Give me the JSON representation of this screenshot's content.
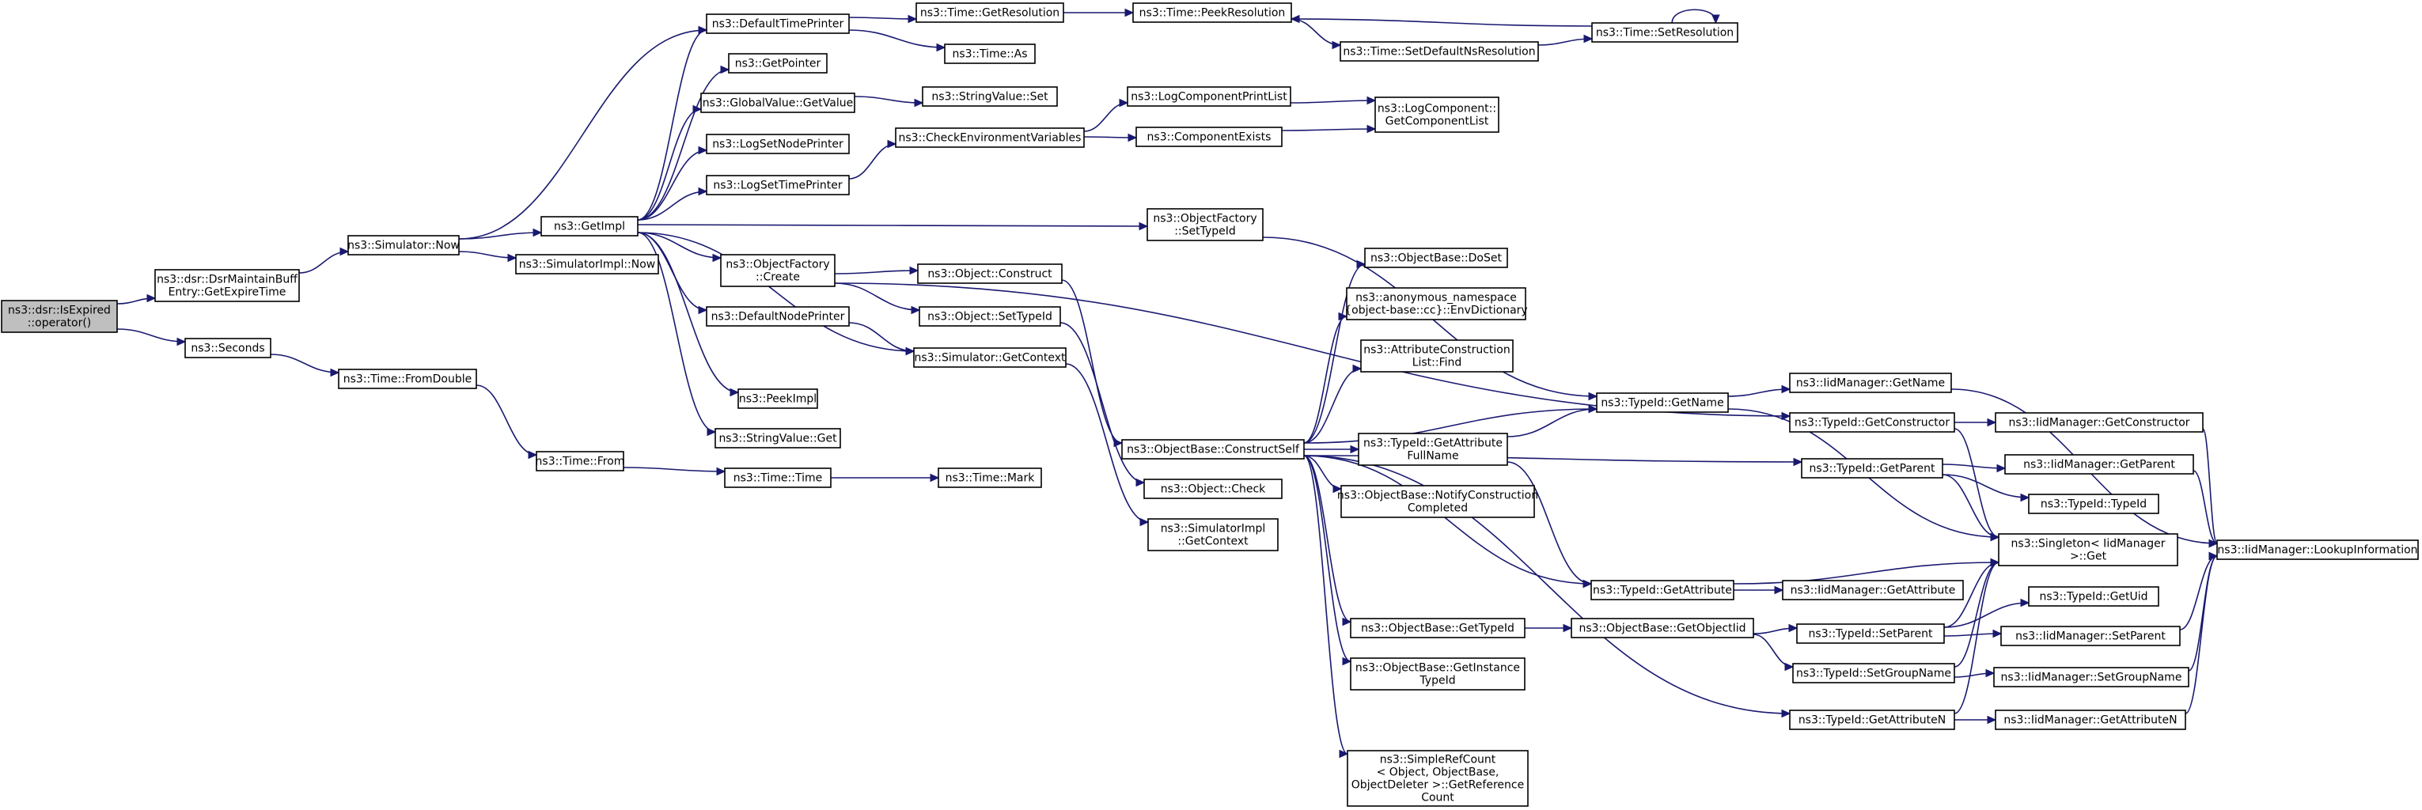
{
  "graph": {
    "nodes": [
      {
        "id": "root",
        "lines": [
          "ns3::dsr::IsExpired",
          "::operator()"
        ],
        "root": true
      },
      {
        "id": "dsrGetExpire",
        "lines": [
          "ns3::dsr::DsrMaintainBuff",
          "Entry::GetExpireTime"
        ]
      },
      {
        "id": "seconds",
        "lines": [
          "ns3::Seconds"
        ]
      },
      {
        "id": "simNow",
        "lines": [
          "ns3::Simulator::Now"
        ]
      },
      {
        "id": "getImpl",
        "lines": [
          "ns3::GetImpl"
        ]
      },
      {
        "id": "simImplNow",
        "lines": [
          "ns3::SimulatorImpl::Now"
        ]
      },
      {
        "id": "defTimePrinter",
        "lines": [
          "ns3::DefaultTimePrinter"
        ]
      },
      {
        "id": "getPointer",
        "lines": [
          "ns3::GetPointer"
        ]
      },
      {
        "id": "globalGetValue",
        "lines": [
          "ns3::GlobalValue::GetValue"
        ]
      },
      {
        "id": "logSetNode",
        "lines": [
          "ns3::LogSetNodePrinter"
        ]
      },
      {
        "id": "logSetTime",
        "lines": [
          "ns3::LogSetTimePrinter"
        ]
      },
      {
        "id": "objFactCreate",
        "lines": [
          "ns3::ObjectFactory",
          "::Create"
        ]
      },
      {
        "id": "defNodePrinter",
        "lines": [
          "ns3::DefaultNodePrinter"
        ]
      },
      {
        "id": "peekImpl",
        "lines": [
          "ns3::PeekImpl"
        ]
      },
      {
        "id": "stringValueGet",
        "lines": [
          "ns3::StringValue::Get"
        ]
      },
      {
        "id": "timeGetRes",
        "lines": [
          "ns3::Time::GetResolution"
        ]
      },
      {
        "id": "timeAs",
        "lines": [
          "ns3::Time::As"
        ]
      },
      {
        "id": "stringValueSet",
        "lines": [
          "ns3::StringValue::Set"
        ]
      },
      {
        "id": "checkEnv",
        "lines": [
          "ns3::CheckEnvironmentVariables"
        ]
      },
      {
        "id": "objConstruct",
        "lines": [
          "ns3::Object::Construct"
        ]
      },
      {
        "id": "objSetTypeId",
        "lines": [
          "ns3::Object::SetTypeId"
        ]
      },
      {
        "id": "simGetContext",
        "lines": [
          "ns3::Simulator::GetContext"
        ]
      },
      {
        "id": "timeFromDouble",
        "lines": [
          "ns3::Time::FromDouble"
        ]
      },
      {
        "id": "timeFrom",
        "lines": [
          "ns3::Time::From"
        ]
      },
      {
        "id": "timeTime",
        "lines": [
          "ns3::Time::Time"
        ]
      },
      {
        "id": "timeMark",
        "lines": [
          "ns3::Time::Mark"
        ]
      },
      {
        "id": "timePeekRes",
        "lines": [
          "ns3::Time::PeekResolution"
        ]
      },
      {
        "id": "timeSetDefNs",
        "lines": [
          "ns3::Time::SetDefaultNsResolution"
        ]
      },
      {
        "id": "timeSetRes",
        "lines": [
          "ns3::Time::SetResolution"
        ]
      },
      {
        "id": "logCompPrintList",
        "lines": [
          "ns3::LogComponentPrintList"
        ]
      },
      {
        "id": "compExists",
        "lines": [
          "ns3::ComponentExists"
        ]
      },
      {
        "id": "logCompGetList",
        "lines": [
          "ns3::LogComponent::",
          "GetComponentList"
        ]
      },
      {
        "id": "objFactSetTypeId",
        "lines": [
          "ns3::ObjectFactory",
          "::SetTypeId"
        ]
      },
      {
        "id": "objBaseConstructSelf",
        "lines": [
          "ns3::ObjectBase::ConstructSelf"
        ]
      },
      {
        "id": "objCheck",
        "lines": [
          "ns3::Object::Check"
        ]
      },
      {
        "id": "simImplGetContext",
        "lines": [
          "ns3::SimulatorImpl",
          "::GetContext"
        ]
      },
      {
        "id": "objBaseDoSet",
        "lines": [
          "ns3::ObjectBase::DoSet"
        ]
      },
      {
        "id": "anonEnvDict",
        "lines": [
          "ns3::anonymous_namespace",
          "{object-base::cc}::EnvDictionary"
        ]
      },
      {
        "id": "attrConstrListFind",
        "lines": [
          "ns3::AttributeConstruction",
          "List::Find"
        ]
      },
      {
        "id": "typeIdGetAttrFullName",
        "lines": [
          "ns3::TypeId::GetAttribute",
          "FullName"
        ]
      },
      {
        "id": "notifyConstrCompleted",
        "lines": [
          "ns3::ObjectBase::NotifyConstruction",
          "Completed"
        ]
      },
      {
        "id": "objBaseGetTypeId",
        "lines": [
          "ns3::ObjectBase::GetTypeId"
        ]
      },
      {
        "id": "objBaseGetInstTypeId",
        "lines": [
          "ns3::ObjectBase::GetInstance",
          "TypeId"
        ]
      },
      {
        "id": "simpleRefCount",
        "lines": [
          "ns3::SimpleRefCount",
          "< Object, ObjectBase,",
          "ObjectDeleter >::GetReference",
          "Count"
        ]
      },
      {
        "id": "objBaseGetObjectIid",
        "lines": [
          "ns3::ObjectBase::GetObjectIid"
        ]
      },
      {
        "id": "typeIdGetName",
        "lines": [
          "ns3::TypeId::GetName"
        ]
      },
      {
        "id": "typeIdGetConstructor",
        "lines": [
          "ns3::TypeId::GetConstructor"
        ]
      },
      {
        "id": "typeIdGetParent",
        "lines": [
          "ns3::TypeId::GetParent"
        ]
      },
      {
        "id": "typeIdGetAttribute",
        "lines": [
          "ns3::TypeId::GetAttribute"
        ]
      },
      {
        "id": "typeIdSetParent",
        "lines": [
          "ns3::TypeId::SetParent"
        ]
      },
      {
        "id": "typeIdSetGroupName",
        "lines": [
          "ns3::TypeId::SetGroupName"
        ]
      },
      {
        "id": "typeIdGetAttributeN",
        "lines": [
          "ns3::TypeId::GetAttributeN"
        ]
      },
      {
        "id": "iidGetName",
        "lines": [
          "ns3::IidManager::GetName"
        ]
      },
      {
        "id": "iidGetConstructor",
        "lines": [
          "ns3::IidManager::GetConstructor"
        ]
      },
      {
        "id": "iidGetParent",
        "lines": [
          "ns3::IidManager::GetParent"
        ]
      },
      {
        "id": "typeIdTypeId",
        "lines": [
          "ns3::TypeId::TypeId"
        ]
      },
      {
        "id": "singletonGet",
        "lines": [
          "ns3::Singleton< IidManager",
          ">::Get"
        ]
      },
      {
        "id": "iidGetAttribute",
        "lines": [
          "ns3::IidManager::GetAttribute"
        ]
      },
      {
        "id": "typeIdGetUid",
        "lines": [
          "ns3::TypeId::GetUid"
        ]
      },
      {
        "id": "iidSetParent",
        "lines": [
          "ns3::IidManager::SetParent"
        ]
      },
      {
        "id": "iidSetGroupName",
        "lines": [
          "ns3::IidManager::SetGroupName"
        ]
      },
      {
        "id": "iidGetAttributeN",
        "lines": [
          "ns3::IidManager::GetAttributeN"
        ]
      },
      {
        "id": "iidLookup",
        "lines": [
          "ns3::IidManager::LookupInformation"
        ]
      }
    ],
    "edges": [
      [
        "root",
        "dsrGetExpire"
      ],
      [
        "root",
        "seconds"
      ],
      [
        "dsrGetExpire",
        "simNow"
      ],
      [
        "simNow",
        "getImpl"
      ],
      [
        "simNow",
        "simImplNow"
      ],
      [
        "simNow",
        "defTimePrinter"
      ],
      [
        "getImpl",
        "defTimePrinter"
      ],
      [
        "getImpl",
        "getPointer"
      ],
      [
        "getImpl",
        "globalGetValue"
      ],
      [
        "getImpl",
        "logSetNode"
      ],
      [
        "getImpl",
        "logSetTime"
      ],
      [
        "getImpl",
        "objFactCreate"
      ],
      [
        "getImpl",
        "defNodePrinter"
      ],
      [
        "getImpl",
        "simGetContext"
      ],
      [
        "getImpl",
        "peekImpl"
      ],
      [
        "getImpl",
        "stringValueGet"
      ],
      [
        "getImpl",
        "objFactSetTypeId"
      ],
      [
        "defTimePrinter",
        "timeGetRes"
      ],
      [
        "defTimePrinter",
        "timeAs"
      ],
      [
        "timeGetRes",
        "timePeekRes"
      ],
      [
        "timePeekRes",
        "timeSetDefNs"
      ],
      [
        "timeSetDefNs",
        "timeSetRes"
      ],
      [
        "timeSetRes",
        "timePeekRes"
      ],
      [
        "timeSetRes",
        "timeSetRes"
      ],
      [
        "globalGetValue",
        "stringValueSet"
      ],
      [
        "logSetTime",
        "checkEnv"
      ],
      [
        "checkEnv",
        "logCompPrintList"
      ],
      [
        "checkEnv",
        "compExists"
      ],
      [
        "logCompPrintList",
        "logCompGetList"
      ],
      [
        "compExists",
        "logCompGetList"
      ],
      [
        "objFactCreate",
        "objConstruct"
      ],
      [
        "objFactCreate",
        "objSetTypeId"
      ],
      [
        "objFactCreate",
        "typeIdGetConstructor"
      ],
      [
        "defNodePrinter",
        "simGetContext"
      ],
      [
        "simGetContext",
        "simImplGetContext"
      ],
      [
        "objConstruct",
        "objBaseConstructSelf"
      ],
      [
        "objSetTypeId",
        "objCheck"
      ],
      [
        "objFactSetTypeId",
        "typeIdGetName"
      ],
      [
        "seconds",
        "timeFromDouble"
      ],
      [
        "timeFromDouble",
        "timeFrom"
      ],
      [
        "timeFrom",
        "timeTime"
      ],
      [
        "timeTime",
        "timeMark"
      ],
      [
        "objBaseConstructSelf",
        "objBaseDoSet"
      ],
      [
        "objBaseConstructSelf",
        "anonEnvDict"
      ],
      [
        "objBaseConstructSelf",
        "attrConstrListFind"
      ],
      [
        "objBaseConstructSelf",
        "typeIdGetName"
      ],
      [
        "objBaseConstructSelf",
        "typeIdGetAttrFullName"
      ],
      [
        "objBaseConstructSelf",
        "notifyConstrCompleted"
      ],
      [
        "objBaseConstructSelf",
        "typeIdGetParent"
      ],
      [
        "objBaseConstructSelf",
        "typeIdGetAttribute"
      ],
      [
        "objBaseConstructSelf",
        "objBaseGetTypeId"
      ],
      [
        "objBaseConstructSelf",
        "objBaseGetInstTypeId"
      ],
      [
        "objBaseConstructSelf",
        "typeIdGetAttributeN"
      ],
      [
        "objBaseConstructSelf",
        "simpleRefCount"
      ],
      [
        "typeIdGetAttrFullName",
        "typeIdGetName"
      ],
      [
        "typeIdGetAttrFullName",
        "typeIdGetAttribute"
      ],
      [
        "objBaseGetTypeId",
        "objBaseGetObjectIid"
      ],
      [
        "objBaseGetObjectIid",
        "typeIdSetParent"
      ],
      [
        "objBaseGetObjectIid",
        "typeIdSetGroupName"
      ],
      [
        "typeIdGetName",
        "iidGetName"
      ],
      [
        "typeIdGetName",
        "singletonGet"
      ],
      [
        "iidGetName",
        "iidLookup"
      ],
      [
        "typeIdGetConstructor",
        "iidGetConstructor"
      ],
      [
        "typeIdGetConstructor",
        "singletonGet"
      ],
      [
        "iidGetConstructor",
        "iidLookup"
      ],
      [
        "typeIdGetParent",
        "iidGetParent"
      ],
      [
        "typeIdGetParent",
        "typeIdTypeId"
      ],
      [
        "typeIdGetParent",
        "singletonGet"
      ],
      [
        "iidGetParent",
        "iidLookup"
      ],
      [
        "typeIdGetAttribute",
        "iidGetAttribute"
      ],
      [
        "typeIdGetAttribute",
        "singletonGet"
      ],
      [
        "typeIdSetParent",
        "typeIdGetUid"
      ],
      [
        "typeIdSetParent",
        "iidSetParent"
      ],
      [
        "typeIdSetParent",
        "singletonGet"
      ],
      [
        "iidSetParent",
        "iidLookup"
      ],
      [
        "typeIdSetGroupName",
        "iidSetGroupName"
      ],
      [
        "typeIdSetGroupName",
        "singletonGet"
      ],
      [
        "iidSetGroupName",
        "iidLookup"
      ],
      [
        "typeIdGetAttributeN",
        "iidGetAttributeN"
      ],
      [
        "typeIdGetAttributeN",
        "singletonGet"
      ],
      [
        "iidGetAttributeN",
        "iidLookup"
      ]
    ]
  }
}
